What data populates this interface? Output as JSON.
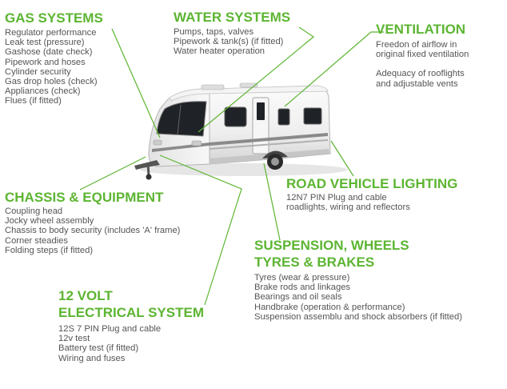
{
  "accent_color": "#5cb531",
  "text_color": "#555555",
  "sections": {
    "gas": {
      "heading": "GAS SYSTEMS",
      "items": [
        "Regulator performance",
        "Leak test (pressure)",
        "Gashose (date check)",
        "Pipework and hoses",
        "Cylinder security",
        "Gas drop holes (check)",
        "Appliances (check)",
        "Flues (if fitted)"
      ]
    },
    "water": {
      "heading": "WATER SYSTEMS",
      "items": [
        "Pumps, taps, valves",
        "Pipework & tank(s) (if fitted)",
        "Water heater operation"
      ]
    },
    "ventilation": {
      "heading": "VENTILATION",
      "items": [
        "Freedon of airflow in",
        "original fixed ventilation",
        "",
        "Adequacy of rooflights",
        "and adjustable vents"
      ]
    },
    "chassis": {
      "heading": "CHASSIS & EQUIPMENT",
      "items": [
        "Coupling head",
        "Jocky wheel assembly",
        "Chassis to body security (includes 'A' frame)",
        "Corner steadies",
        "Folding steps (if fitted)"
      ]
    },
    "lighting": {
      "heading": "ROAD VEHICLE LIGHTING",
      "items": [
        "12N7 PIN Plug and cable",
        "roadlights, wiring and reflectors"
      ]
    },
    "suspension": {
      "heading_line1": "SUSPENSION, WHEELS",
      "heading_line2": "TYRES & BRAKES",
      "items": [
        "Tyres (wear & pressure)",
        "Brake rods and linkages",
        "Bearings and oil seals",
        "Handbrake (operation & performance)",
        "Suspension assemblu and shock absorbers (if fitted)"
      ]
    },
    "electrical": {
      "heading_line1": "12 VOLT",
      "heading_line2": "ELECTRICAL SYSTEM",
      "items": [
        "12S 7 PIN Plug and cable",
        "12v test",
        "Battery test (if fitted)",
        "Wiring and fuses"
      ]
    }
  }
}
